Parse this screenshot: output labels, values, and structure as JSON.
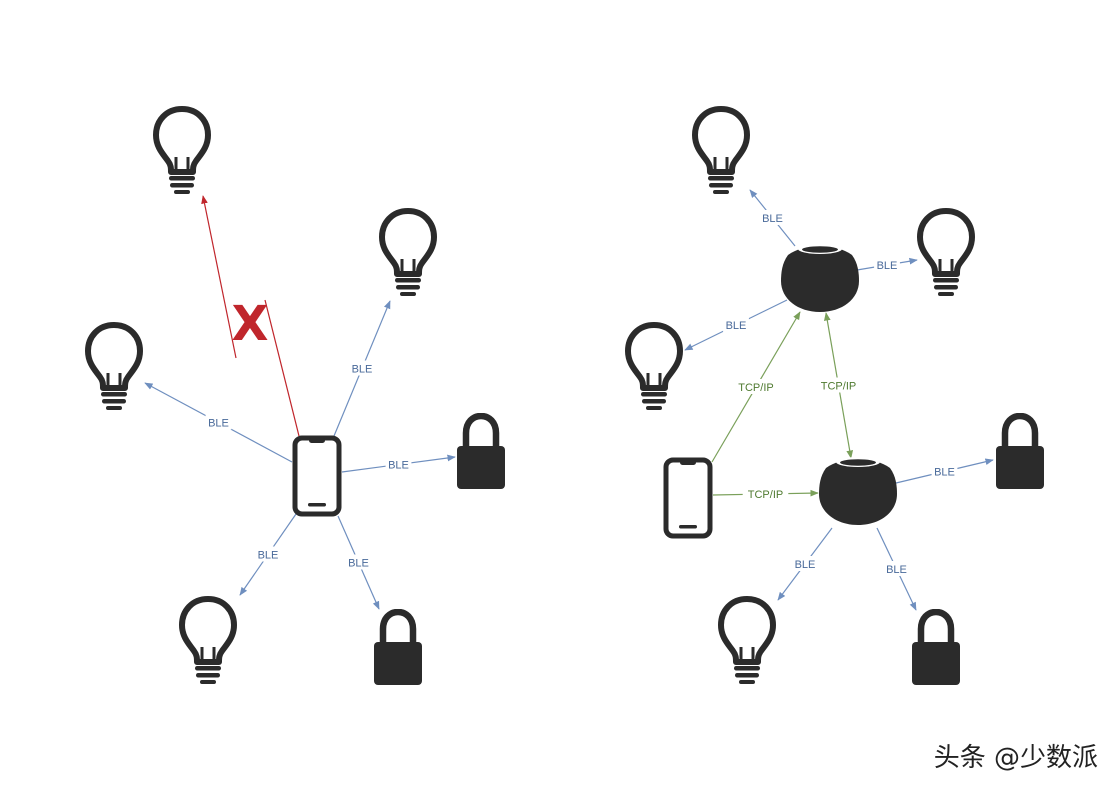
{
  "diagram": {
    "colors": {
      "ble": "#6f8fbf",
      "ble_label": "#4a6a9a",
      "tcp": "#7aa05a",
      "tcp_label": "#4f7a30",
      "blocked": "#c0262c",
      "icon": "#2b2b2b"
    },
    "labels": {
      "ble": "BLE",
      "tcp": "TCP/IP",
      "blocked": "X"
    },
    "left_nodes": [
      {
        "id": "L-phone",
        "icon": "phone-icon"
      },
      {
        "id": "L-bulb-top",
        "icon": "lightbulb-icon"
      },
      {
        "id": "L-bulb-right",
        "icon": "lightbulb-icon"
      },
      {
        "id": "L-bulb-left",
        "icon": "lightbulb-icon"
      },
      {
        "id": "L-bulb-bottom",
        "icon": "lightbulb-icon"
      },
      {
        "id": "L-lock-right",
        "icon": "padlock-icon"
      },
      {
        "id": "L-lock-bottom",
        "icon": "padlock-icon"
      }
    ],
    "left_edges": [
      {
        "from": "L-phone",
        "to": "L-bulb-top",
        "type": "blocked"
      },
      {
        "from": "L-phone",
        "to": "L-bulb-right",
        "type": "ble"
      },
      {
        "from": "L-phone",
        "to": "L-bulb-left",
        "type": "ble"
      },
      {
        "from": "L-phone",
        "to": "L-lock-right",
        "type": "ble"
      },
      {
        "from": "L-phone",
        "to": "L-bulb-bottom",
        "type": "ble"
      },
      {
        "from": "L-phone",
        "to": "L-lock-bottom",
        "type": "ble"
      }
    ],
    "right_nodes": [
      {
        "id": "R-hub-top",
        "icon": "smart-speaker-icon"
      },
      {
        "id": "R-hub-bottom",
        "icon": "smart-speaker-icon"
      },
      {
        "id": "R-phone",
        "icon": "phone-icon"
      },
      {
        "id": "R-bulb-top",
        "icon": "lightbulb-icon"
      },
      {
        "id": "R-bulb-right",
        "icon": "lightbulb-icon"
      },
      {
        "id": "R-bulb-left",
        "icon": "lightbulb-icon"
      },
      {
        "id": "R-bulb-bottom",
        "icon": "lightbulb-icon"
      },
      {
        "id": "R-lock-right",
        "icon": "padlock-icon"
      },
      {
        "id": "R-lock-bottom",
        "icon": "padlock-icon"
      }
    ],
    "right_edges": [
      {
        "from": "R-hub-top",
        "to": "R-bulb-top",
        "type": "ble"
      },
      {
        "from": "R-hub-top",
        "to": "R-bulb-right",
        "type": "ble"
      },
      {
        "from": "R-hub-top",
        "to": "R-bulb-left",
        "type": "ble"
      },
      {
        "from": "R-phone",
        "to": "R-hub-top",
        "type": "tcp"
      },
      {
        "from": "R-hub-top",
        "to": "R-hub-bottom",
        "type": "tcp",
        "bidirectional": true
      },
      {
        "from": "R-phone",
        "to": "R-hub-bottom",
        "type": "tcp"
      },
      {
        "from": "R-hub-bottom",
        "to": "R-lock-right",
        "type": "ble"
      },
      {
        "from": "R-hub-bottom",
        "to": "R-bulb-bottom",
        "type": "ble"
      },
      {
        "from": "R-hub-bottom",
        "to": "R-lock-bottom",
        "type": "ble"
      }
    ]
  },
  "watermark": "头条 @少数派"
}
